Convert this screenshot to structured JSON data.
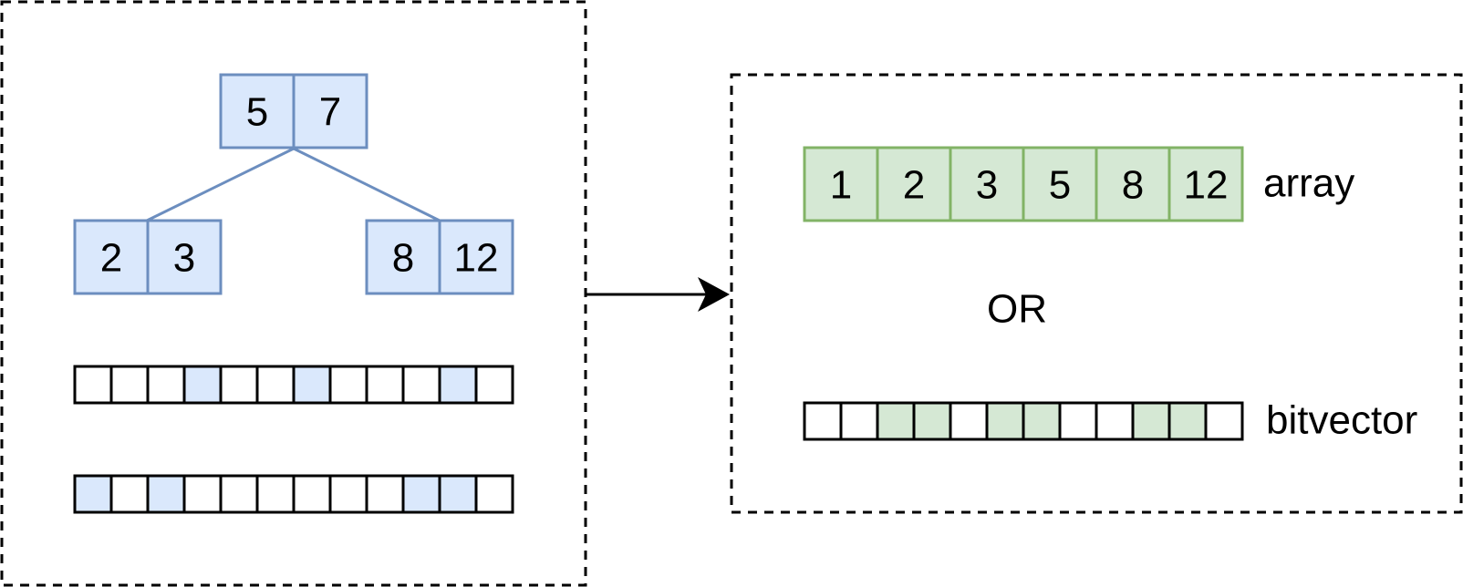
{
  "colors": {
    "tree_fill": "#dae8fc",
    "tree_stroke": "#6c8ebf",
    "array_fill": "#d5e8d4",
    "array_stroke": "#82b366",
    "empty_fill": "#ffffff",
    "line": "#000000"
  },
  "tree": {
    "root": [
      "5",
      "7"
    ],
    "left": [
      "2",
      "3"
    ],
    "right": [
      "8",
      "12"
    ]
  },
  "left_bitvectors": [
    [
      0,
      0,
      0,
      1,
      0,
      0,
      1,
      0,
      0,
      0,
      1,
      0
    ],
    [
      1,
      0,
      1,
      0,
      0,
      0,
      0,
      0,
      0,
      1,
      1,
      0
    ]
  ],
  "result": {
    "array_values": [
      "1",
      "2",
      "3",
      "5",
      "8",
      "12"
    ],
    "array_label": "array",
    "or_label": "OR",
    "bitvector_bits": [
      0,
      0,
      1,
      1,
      0,
      1,
      1,
      0,
      0,
      1,
      1,
      0
    ],
    "bitvector_label": "bitvector"
  },
  "icons": {
    "arrow": "arrow-right-icon"
  }
}
